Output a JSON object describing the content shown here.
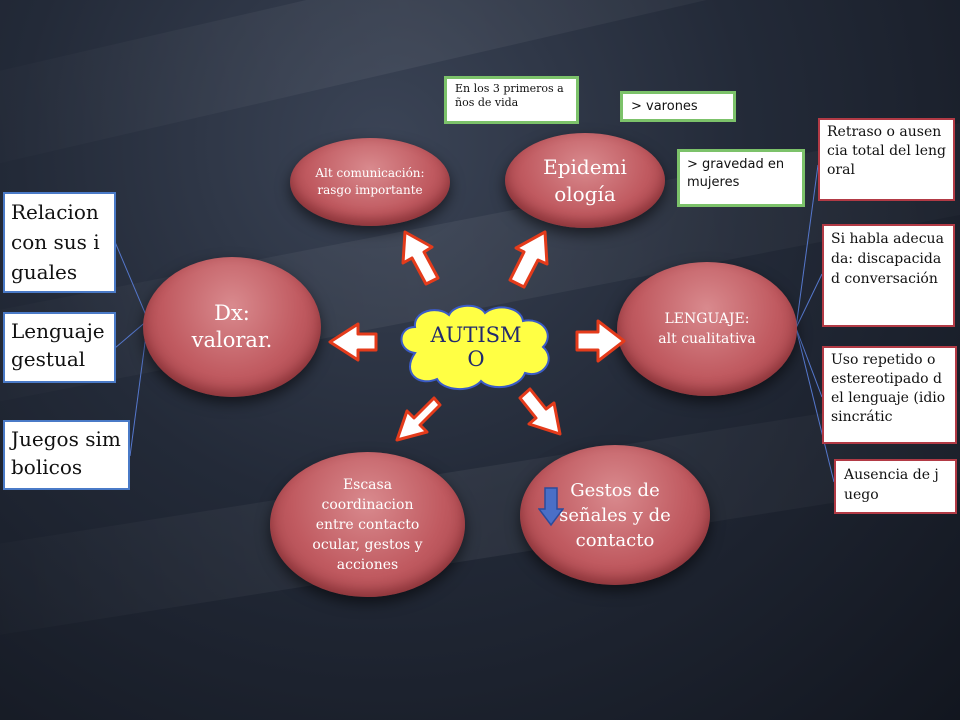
{
  "center": {
    "label": "AUTISMO"
  },
  "nodes": {
    "alt_comunicacion": "Alt comunicación: rasgo importante",
    "epidemiologia": "Epidemiología",
    "dx": "Dx: valorar.",
    "lenguaje": "LENGUAJE: alt cualitativa",
    "escasa": "Escasa coordinacion entre contacto ocular, gestos y acciones",
    "gestos": "Gestos de señales y de contacto"
  },
  "notes": {
    "primeros_anos": "En los 3 primeros años de vida",
    "varones": "> varones",
    "gravedad": "> gravedad en mujeres"
  },
  "left_boxes": {
    "relacion": "Relacion con sus iguales",
    "lenguaje_gestual": "Lenguaje gestual",
    "juegos": "Juegos simbolicos"
  },
  "right_boxes": {
    "retraso": "Retraso o ausencia total del leng oral",
    "si_habla": "Si habla adecuada: discapacidad conversación",
    "uso_repetido": "Uso repetido o estereotipado del lenguaje (idiosincrátic",
    "ausencia_juego": "Ausencia de juego"
  },
  "colors": {
    "node_fill": "#c05a60",
    "center_fill": "#ffff44",
    "green_border": "#7cc26a",
    "red_border": "#b23a45",
    "blue_border": "#4a7ac7",
    "arrow_fill": "#ffffff",
    "arrow_stroke": "#e43b1b"
  }
}
